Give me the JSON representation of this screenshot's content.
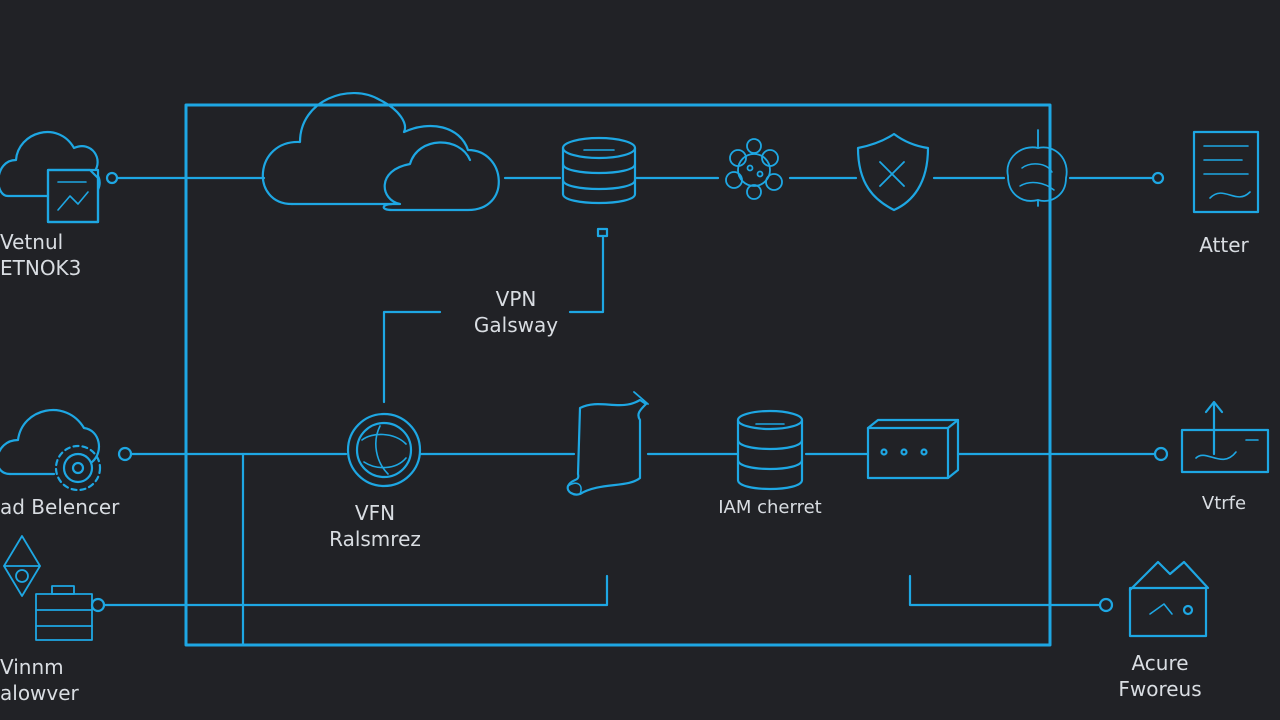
{
  "colors": {
    "background": "#212226",
    "accent": "#1ea7e3",
    "label_text": "#d9dde2"
  },
  "nodes": [
    {
      "id": "cloud-left-top",
      "icon": "cloud-document-icon",
      "label_lines": [
        "Vetnul",
        "ETNOK3"
      ]
    },
    {
      "id": "cloud-main",
      "icon": "cloud-icon",
      "label_lines": []
    },
    {
      "id": "database-top",
      "icon": "database-icon",
      "label_lines": []
    },
    {
      "id": "cluster",
      "icon": "cluster-icon",
      "label_lines": []
    },
    {
      "id": "shield",
      "icon": "shield-icon",
      "label_lines": []
    },
    {
      "id": "brain",
      "icon": "brain-icon",
      "label_lines": []
    },
    {
      "id": "doc-right-top",
      "icon": "document-icon",
      "label_lines": [
        "Atter"
      ]
    },
    {
      "id": "vpn-gateway",
      "icon": "connector-icon",
      "label_lines": [
        "VPN",
        "Galsway"
      ]
    },
    {
      "id": "load-balancer",
      "icon": "cloud-gear-icon",
      "label_lines": [
        "ad Belencer"
      ]
    },
    {
      "id": "vpn-resource",
      "icon": "globe-icon",
      "label_lines": [
        "VFN",
        "Ralsmrez"
      ]
    },
    {
      "id": "scroll",
      "icon": "scroll-icon",
      "label_lines": []
    },
    {
      "id": "database-mid",
      "icon": "database-stack-icon",
      "label_lines": [
        "IAM cherret"
      ]
    },
    {
      "id": "server-box",
      "icon": "server-box-icon",
      "label_lines": []
    },
    {
      "id": "right-mid",
      "icon": "upload-box-icon",
      "label_lines": [
        "Vtrfe"
      ]
    },
    {
      "id": "left-bottom",
      "icon": "radiation-server-icon",
      "label_lines": [
        "Vinnm",
        "alowver"
      ]
    },
    {
      "id": "right-bottom",
      "icon": "house-box-icon",
      "label_lines": [
        "Acure",
        "Fworeus"
      ]
    }
  ]
}
